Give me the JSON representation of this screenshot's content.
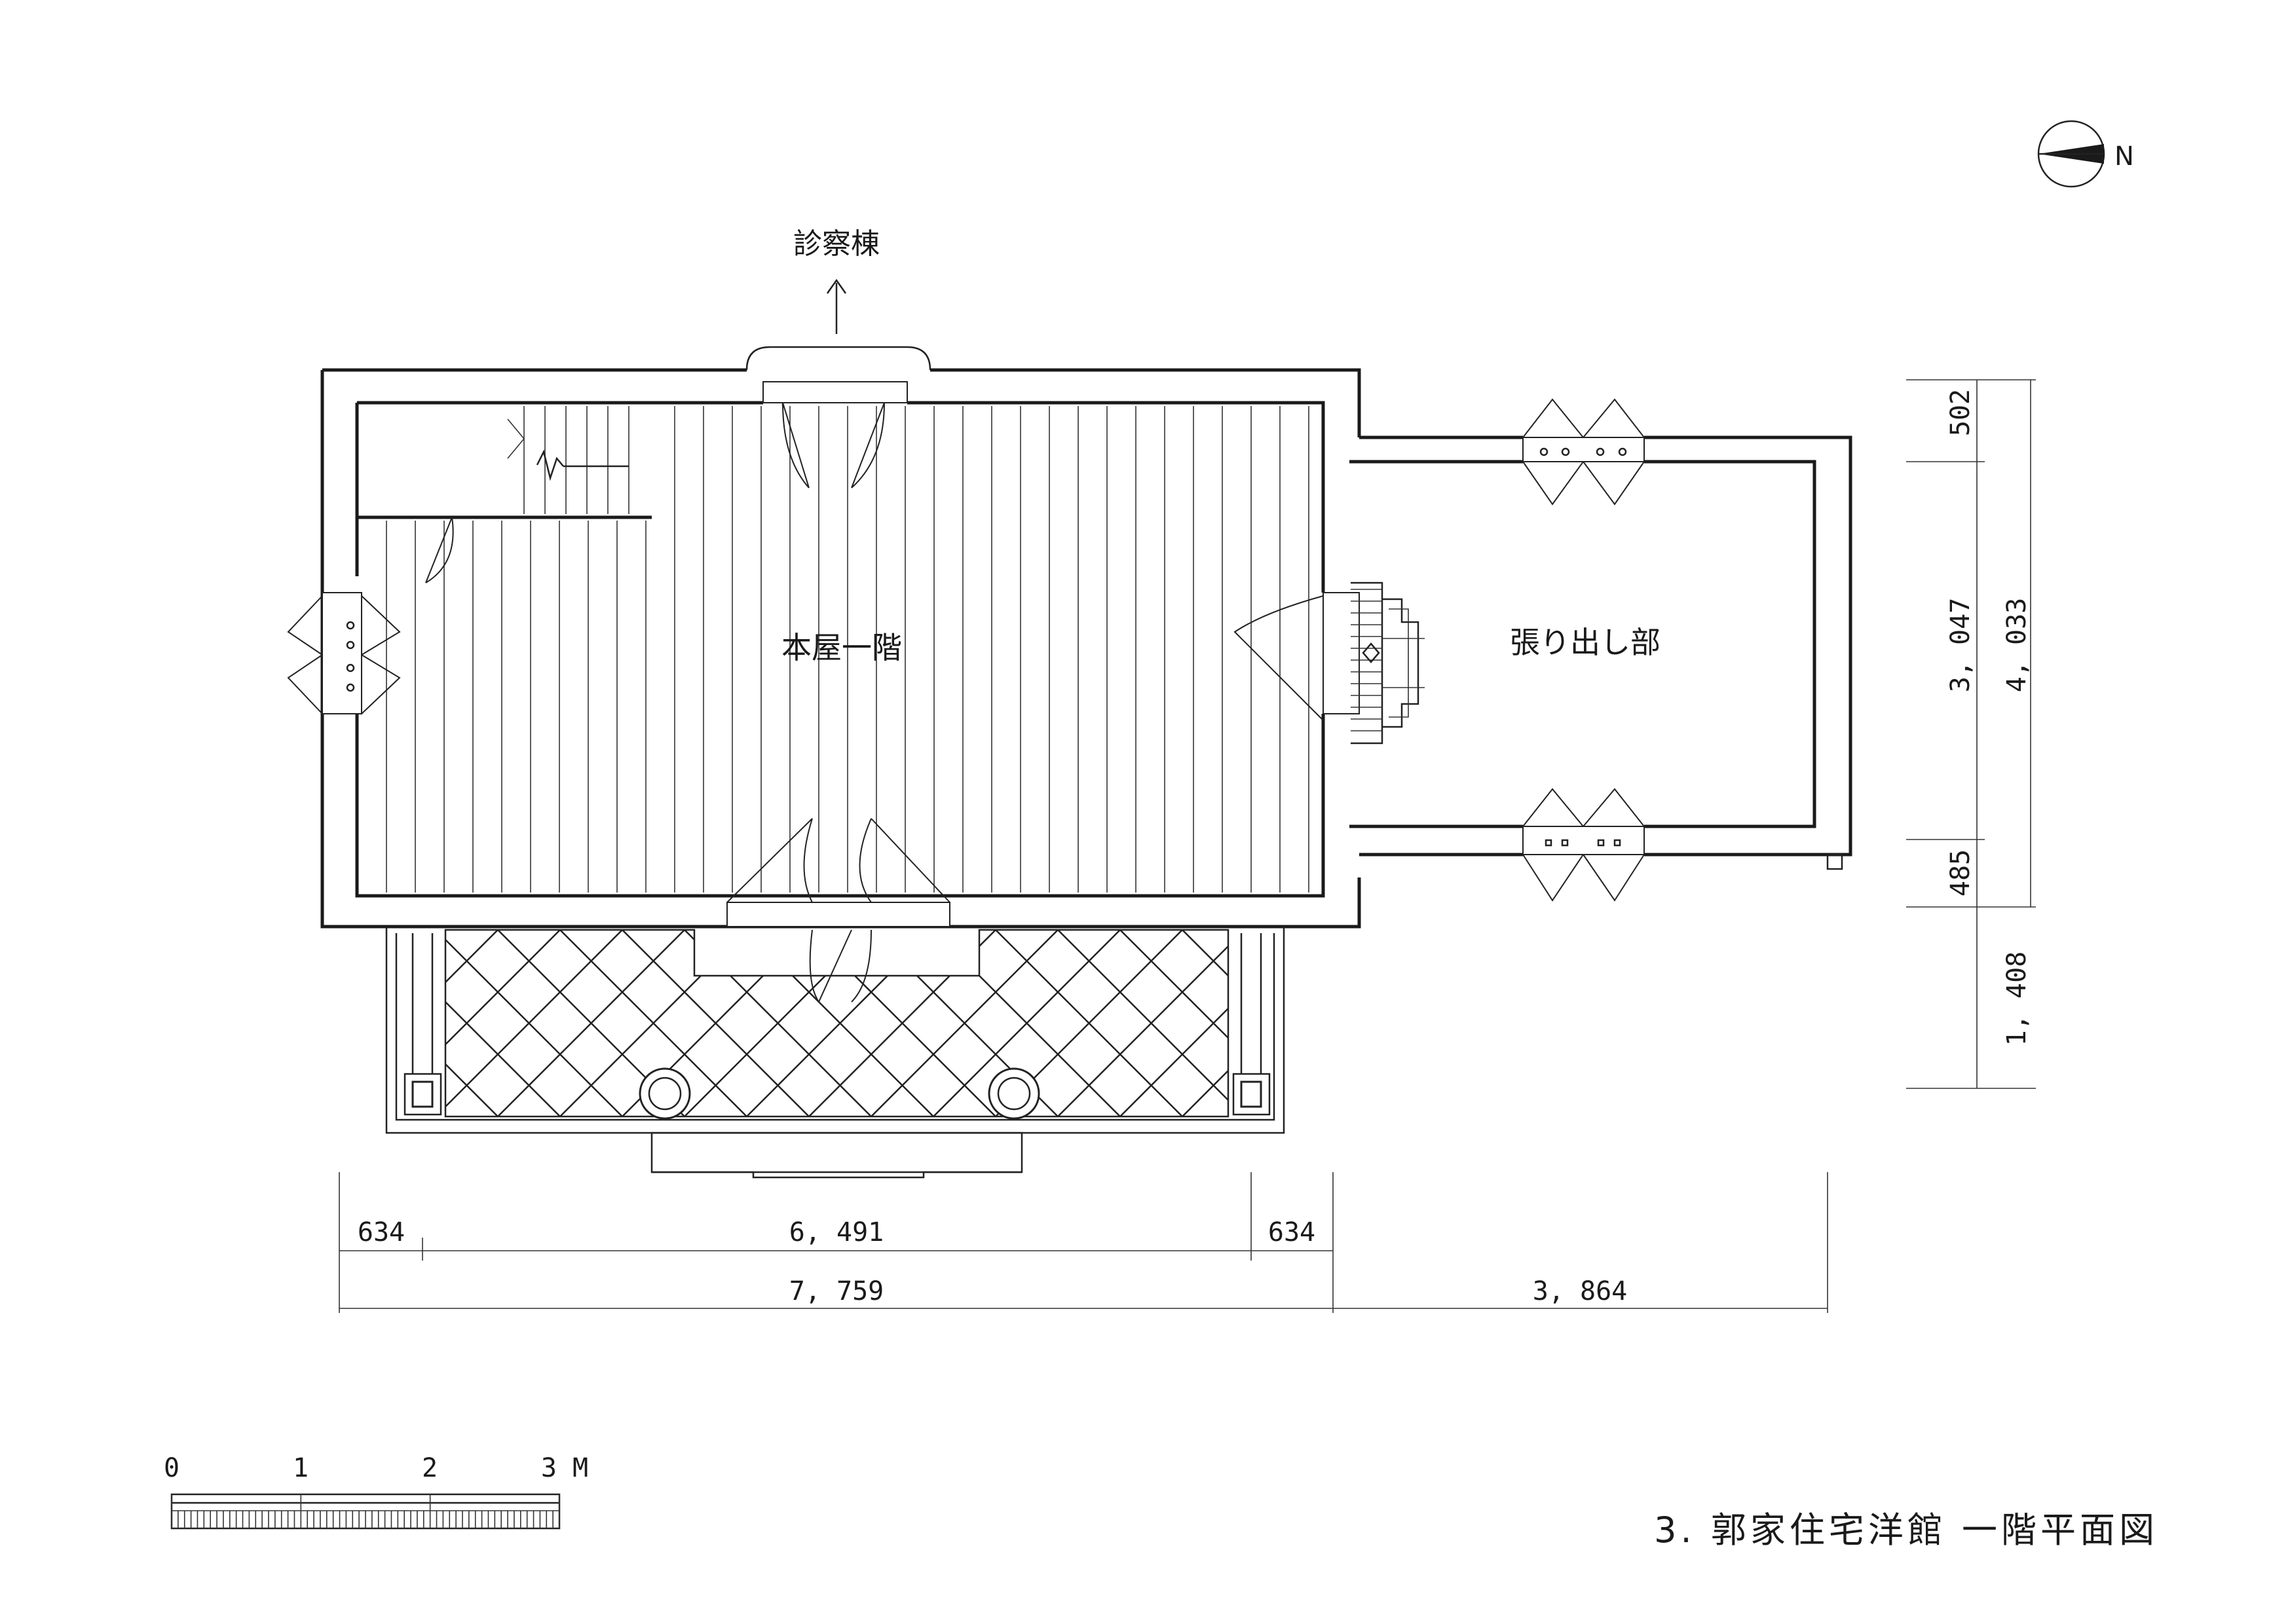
{
  "labels": {
    "clinic_wing": "診察棟",
    "main_floor": "本屋一階",
    "extension": "張り出し部",
    "north": "N",
    "title": "3. 郭家住宅洋館 一階平面図"
  },
  "dimensions": {
    "bottom_row1": [
      "634",
      "6, 491",
      "634"
    ],
    "bottom_row2": [
      "7, 759",
      "3, 864"
    ],
    "right_col1": [
      "502",
      "3, 047",
      "485",
      "1, 408"
    ],
    "right_col2": [
      "4, 033"
    ]
  },
  "scale": {
    "ticks": [
      "0",
      "1",
      "2",
      "3 M"
    ]
  },
  "colors": {
    "line": "#1a1a1a",
    "background": "#ffffff"
  }
}
